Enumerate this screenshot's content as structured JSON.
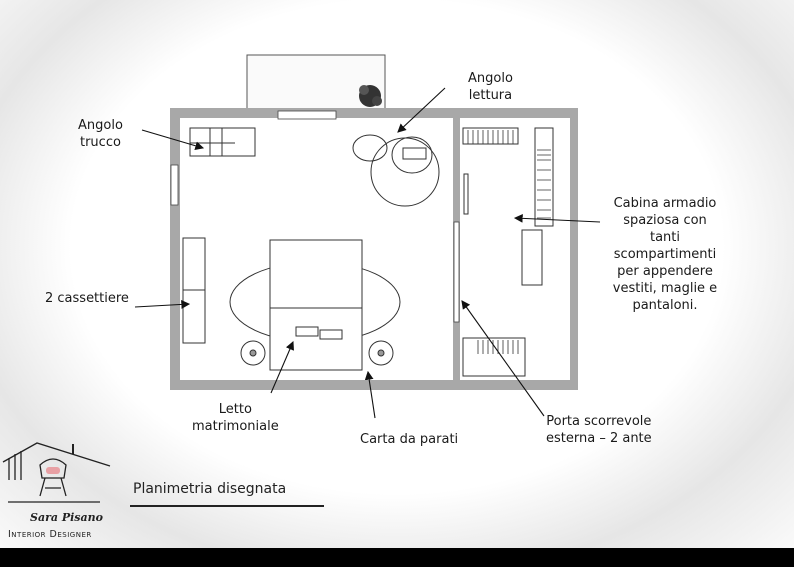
{
  "labels": {
    "angolo_trucco": [
      "Angolo",
      "trucco"
    ],
    "angolo_lettura": [
      "Angolo",
      "lettura"
    ],
    "cabina_armadio": [
      "Cabina armadio",
      "spaziosa con",
      "tanti",
      "scompartimenti",
      "per appendere",
      "vestiti, maglie e",
      "pantaloni."
    ],
    "cassettiere": "2 cassettiere",
    "letto": [
      "Letto",
      "matrimoniale"
    ],
    "carta": "Carta da parati",
    "porta": [
      "Porta scorrevole",
      "esterna – 2 ante"
    ]
  },
  "title": "Planimetria disegnata",
  "logo": {
    "name": "Sara Pisano",
    "subtitle": "Interior Designer"
  },
  "colors": {
    "wall": "#a8a8a8",
    "line": "#333333",
    "accent": "#e8a0a4"
  }
}
